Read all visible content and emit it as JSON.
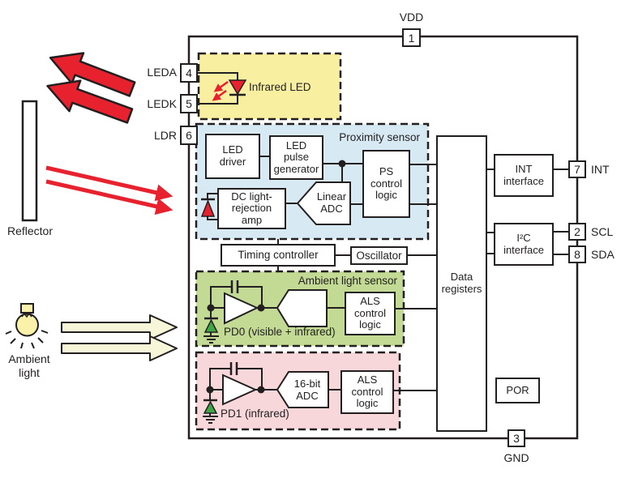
{
  "sections": {
    "infrared_led": {
      "label": "Infrared LED"
    },
    "proximity_sensor": {
      "label": "Proximity sensor"
    },
    "ambient_light_sensor": {
      "label": "Ambient light sensor"
    }
  },
  "blocks": {
    "led_driver": "LED\ndriver",
    "led_pulse_generator": "LED\npulse\ngenerator",
    "ps_control_logic": "PS\ncontrol\nlogic",
    "dc_light_rejection_amp": "DC light-\nrejection\namp",
    "linear_adc": "Linear\nADC",
    "timing_controller": "Timing controller",
    "oscillator": "Oscillator",
    "data_registers": "Data\nregisters",
    "int_interface": "INT\ninterface",
    "i2c_interface": "I²C\ninterface",
    "als_control_logic_visible": "ALS\ncontrol\nlogic",
    "adc_16bit": "16-bit\nADC",
    "als_control_logic_infrared": "ALS\ncontrol\nlogic",
    "por": "POR"
  },
  "pins": {
    "vdd": {
      "number": "1",
      "label": "VDD"
    },
    "leda": {
      "number": "4",
      "label": "LEDA"
    },
    "ledk": {
      "number": "5",
      "label": "LEDK"
    },
    "ldr": {
      "number": "6",
      "label": "LDR"
    },
    "int": {
      "number": "7",
      "label": "INT"
    },
    "scl": {
      "number": "2",
      "label": "SCL"
    },
    "sda": {
      "number": "8",
      "label": "SDA"
    },
    "gnd": {
      "number": "3",
      "label": "GND"
    }
  },
  "photodiodes": {
    "pd0_label": "PD0 (visible + infrared)",
    "pd1_label": "PD1 (infrared)"
  },
  "annotations": {
    "reflector": "Reflector",
    "ambient_light": "Ambient\nlight"
  },
  "colors": {
    "infrared_led_section": "#F8EFA1",
    "proximity_section": "#D7EAF4",
    "ambient_section": "#C2DA94",
    "infrared_channel_section": "#F8D7DB",
    "arrow_red": "#E8212E",
    "ambient_arrow_fill": "#F8F6D8",
    "photodiode_green": "#3FA648",
    "line": "#231F20"
  }
}
